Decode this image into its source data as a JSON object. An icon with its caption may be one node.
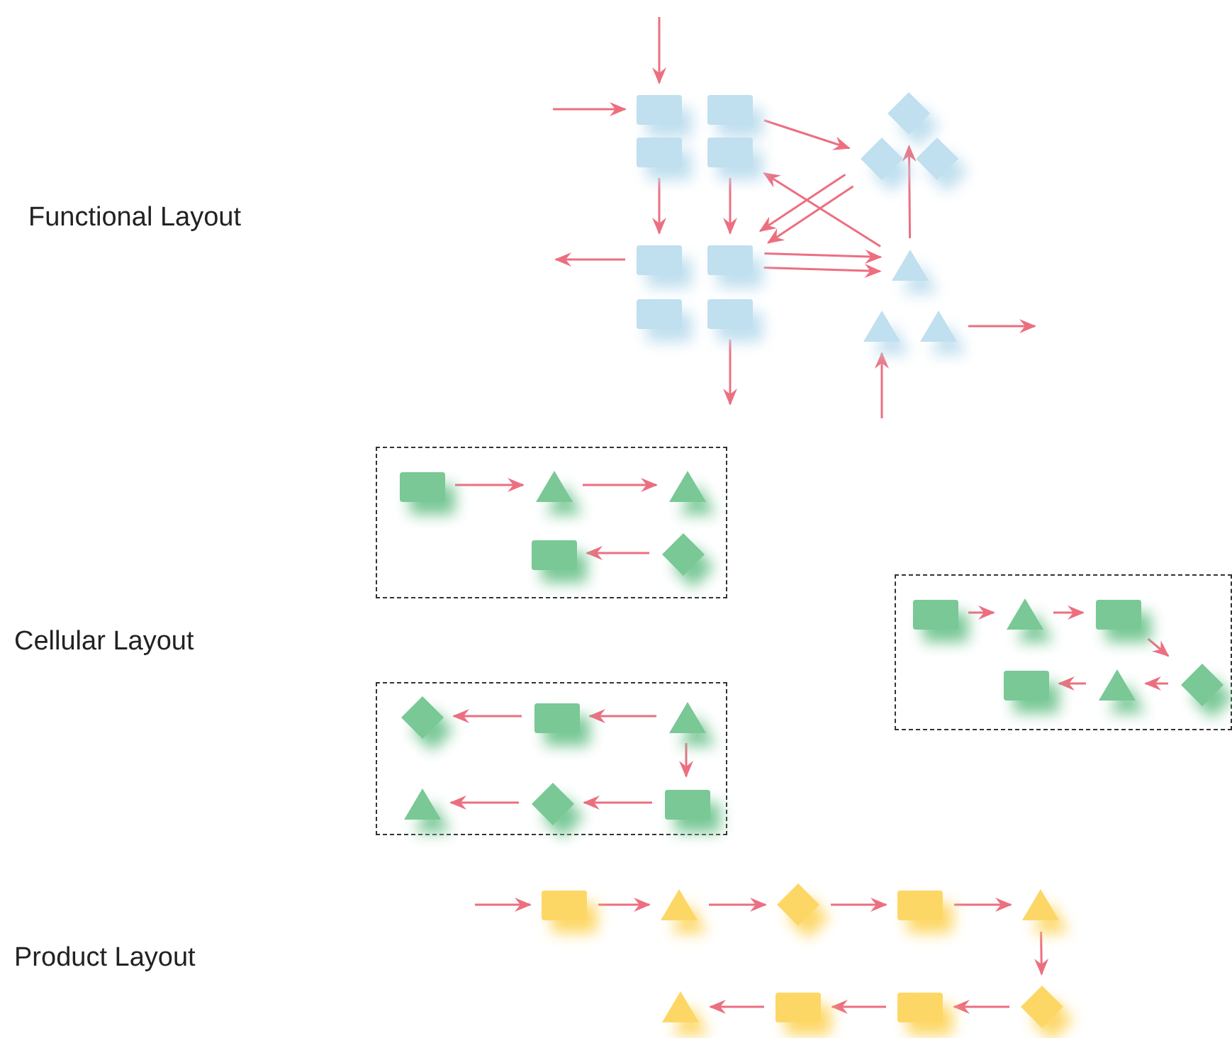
{
  "diagram": {
    "nodes": [
      {
        "text": [],
        "shape": "box"
      },
      {
        "text": [],
        "shape": "box"
      },
      {
        "text": [],
        "shape": "box"
      },
      {
        "text": [],
        "shape": "box"
      },
      {
        "text": [],
        "shape": "diamond"
      },
      {
        "text": [],
        "shape": "diamond"
      },
      {
        "text": [],
        "shape": "diamond"
      },
      {
        "text": [],
        "shape": "box"
      },
      {
        "text": [],
        "shape": "box"
      },
      {
        "text": [],
        "shape": "box"
      },
      {
        "text": [],
        "shape": "box"
      },
      {
        "text": [],
        "shape": "triangle"
      },
      {
        "text": [],
        "shape": "triangle"
      },
      {
        "text": [],
        "shape": "triangle"
      },
      {
        "text": [],
        "shape": "box"
      },
      {
        "text": [],
        "shape": "box",
        "in": 14
      },
      {
        "text": [],
        "shape": "triangle",
        "in": 14
      },
      {
        "text": [],
        "shape": "triangle",
        "in": 14
      },
      {
        "text": [],
        "shape": "diamond",
        "in": 14
      },
      {
        "text": [],
        "shape": "box",
        "in": 14
      },
      {
        "text": [],
        "shape": "box"
      },
      {
        "text": [],
        "shape": "diamond",
        "in": 20
      },
      {
        "text": [],
        "shape": "box",
        "in": 20
      },
      {
        "text": [],
        "shape": "triangle",
        "in": 20
      },
      {
        "text": [],
        "shape": "triangle",
        "in": 20
      },
      {
        "text": [],
        "shape": "diamond",
        "in": 20
      },
      {
        "text": [],
        "shape": "box",
        "in": 20
      },
      {
        "text": [],
        "shape": "box"
      },
      {
        "text": [],
        "shape": "box",
        "in": 27
      },
      {
        "text": [],
        "shape": "triangle",
        "in": 27
      },
      {
        "text": [],
        "shape": "box",
        "in": 27
      },
      {
        "text": [],
        "shape": "box",
        "in": 27
      },
      {
        "text": [],
        "shape": "triangle",
        "in": 27
      },
      {
        "text": [],
        "shape": "diamond",
        "in": 27
      },
      {
        "text": [],
        "shape": "box"
      },
      {
        "text": [],
        "shape": "triangle"
      },
      {
        "text": [],
        "shape": "diamond"
      },
      {
        "text": [],
        "shape": "box"
      },
      {
        "text": [],
        "shape": "triangle"
      },
      {
        "text": [],
        "shape": "triangle"
      },
      {
        "text": [],
        "shape": "box"
      },
      {
        "text": [],
        "shape": "box"
      },
      {
        "text": [],
        "shape": "diamond"
      }
    ],
    "edges": [
      {
        "from": null,
        "to": 0,
        "arrow": "to"
      },
      {
        "from": null,
        "to": 0,
        "arrow": "to"
      },
      {
        "from": 1,
        "to": 5,
        "arrow": "to"
      },
      {
        "from": 2,
        "to": 7,
        "arrow": "to"
      },
      {
        "from": 3,
        "to": 8,
        "arrow": "to"
      },
      {
        "from": 7,
        "to": null,
        "arrow": "to"
      },
      {
        "from": 10,
        "to": null,
        "arrow": "to"
      },
      {
        "from": 8,
        "to": 11,
        "arrow": "to"
      },
      {
        "from": 8,
        "to": 11,
        "arrow": "to"
      },
      {
        "from": 5,
        "to": 8,
        "arrow": "to"
      },
      {
        "from": 5,
        "to": 8,
        "arrow": "to"
      },
      {
        "from": 11,
        "to": 3,
        "arrow": "to"
      },
      {
        "from": 11,
        "to": 4,
        "arrow": "to"
      },
      {
        "from": 13,
        "to": null,
        "arrow": "to"
      },
      {
        "from": null,
        "to": 12,
        "arrow": "to"
      },
      {
        "from": 15,
        "to": 16,
        "arrow": "to"
      },
      {
        "from": 16,
        "to": 17,
        "arrow": "to"
      },
      {
        "from": 18,
        "to": 19,
        "arrow": "to"
      },
      {
        "from": 23,
        "to": 22,
        "arrow": "to"
      },
      {
        "from": 22,
        "to": 21,
        "arrow": "to"
      },
      {
        "from": 23,
        "to": 26,
        "arrow": "to"
      },
      {
        "from": 26,
        "to": 25,
        "arrow": "to"
      },
      {
        "from": 25,
        "to": 24,
        "arrow": "to"
      },
      {
        "from": 28,
        "to": 29,
        "arrow": "to"
      },
      {
        "from": 29,
        "to": 30,
        "arrow": "to"
      },
      {
        "from": 30,
        "to": 33,
        "arrow": "to"
      },
      {
        "from": 33,
        "to": 32,
        "arrow": "to"
      },
      {
        "from": 32,
        "to": 31,
        "arrow": "to"
      },
      {
        "from": null,
        "to": 34,
        "arrow": "to"
      },
      {
        "from": 34,
        "to": 35,
        "arrow": "to"
      },
      {
        "from": 35,
        "to": 36,
        "arrow": "to"
      },
      {
        "from": 36,
        "to": 37,
        "arrow": "to"
      },
      {
        "from": 37,
        "to": 38,
        "arrow": "to"
      },
      {
        "from": 38,
        "to": 42,
        "arrow": "to"
      },
      {
        "from": 42,
        "to": 41,
        "arrow": "to"
      },
      {
        "from": 41,
        "to": 40,
        "arrow": "to"
      },
      {
        "from": 40,
        "to": 39,
        "arrow": "to"
      }
    ],
    "labels": [
      "Functional Layout",
      "Cellular Layout",
      "Product Layout"
    ]
  }
}
